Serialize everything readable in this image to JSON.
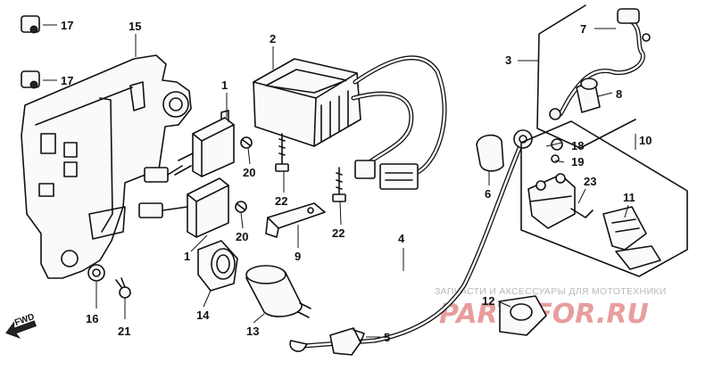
{
  "callouts": {
    "c1a": "1",
    "c1b": "1",
    "c2": "2",
    "c3": "3",
    "c4": "4",
    "c5": "5",
    "c6": "6",
    "c7": "7",
    "c8": "8",
    "c9": "9",
    "c10": "10",
    "c11": "11",
    "c12": "12",
    "c13": "13",
    "c14": "14",
    "c15": "15",
    "c16": "16",
    "c17a": "17",
    "c17b": "17",
    "c18": "18",
    "c19": "19",
    "c20a": "20",
    "c20b": "20",
    "c21": "21",
    "c22a": "22",
    "c22b": "22",
    "c23": "23"
  },
  "direction_label": "FWD",
  "watermark": {
    "line": "ЗАПЧАСТИ И АКСЕССУАРЫ ДЛЯ МОТОТЕХНИКИ",
    "logo": "PARTSFOR.RU"
  }
}
